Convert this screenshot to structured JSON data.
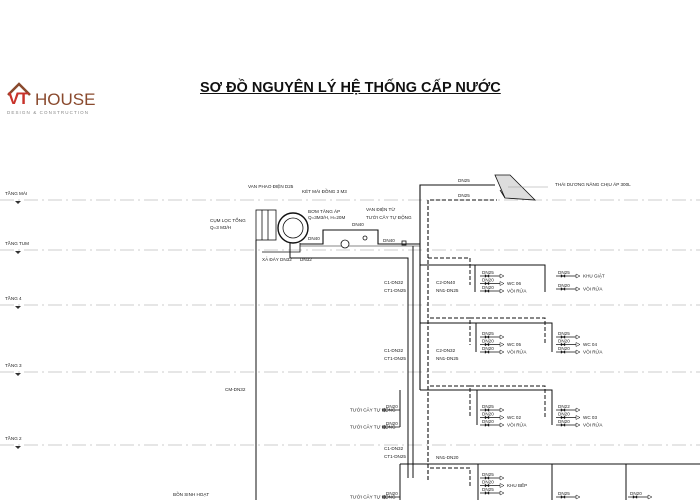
{
  "logo": {
    "brand": "VT",
    "word": "HOUSE",
    "tagline": "DESIGN & CONSTRUCTION",
    "color_brand": "#c8322a",
    "color_word": "#8a4a2e"
  },
  "title": "SƠ ĐỒ NGUYÊN LÝ HỆ THỐNG CẤP NƯỚC",
  "floors": [
    {
      "label": "TẦNG MÁI"
    },
    {
      "label": "TẦNG TUM"
    },
    {
      "label": "TẦNG 4"
    },
    {
      "label": "TẦNG 3"
    },
    {
      "label": "TẦNG 2"
    }
  ],
  "roof": {
    "float_valve": "VAN PHAO ĐIỆN D25",
    "tank": "KÉT MÁI ĐỒNG 3 M3",
    "filter": "CỤM LỌC TỔNG",
    "filter_q": "Q=3 M3/H",
    "pump": "BƠM TĂNG ÁP",
    "pump_q": "Q=3M3/H, H=20M",
    "dn40_a": "DN40",
    "dn40_b": "DN40",
    "dn40_c": "DN40",
    "solenoid": "VAN ĐIỆN TỪ",
    "solenoid_use": "TƯỚI CÂY TỰ ĐỘNG",
    "drain": "XẢ ĐÁY DN32",
    "dn32": "DN32",
    "hot_dn": "DN25",
    "cold_dn": "DN25",
    "solar": "THÁI DƯƠNG NĂNG CHỊU ÁP 300L"
  },
  "risers": {
    "cm": "CM-DN32",
    "domestic_tank": "BỒN SINH HOẠT",
    "labels": [
      [
        "C1-DN32",
        "CT1-DN25",
        "C2-DN40",
        "NN1-DN25"
      ],
      [
        "C1-DN32",
        "CT1-DN25",
        "C2-DN32",
        "NN1-DN25"
      ],
      [
        "C1-DN32",
        "CT1-DN25",
        "",
        "NN1-DN20"
      ]
    ]
  },
  "irrigation": [
    {
      "size": "DN20",
      "label": "TƯỚI CÂY TỰ ĐỘNG"
    },
    {
      "size": "DN20",
      "label": "TƯỚI CÂY TỰ ĐỘNG"
    },
    {
      "size": "DN20",
      "label": "TƯỚI CÂY TỰ ĐỘNG"
    }
  ],
  "groups": [
    [
      {
        "size": "DN25",
        "label": ""
      },
      {
        "size": "DN20",
        "label": "WC 06"
      },
      {
        "size": "DN20",
        "label": "VÒI RỬA"
      }
    ],
    [
      {
        "size": "DN25",
        "label": "KHU GIẶT"
      },
      {
        "size": "DN20",
        "label": "VÒI RỬA"
      }
    ],
    [
      {
        "size": "DN25",
        "label": ""
      },
      {
        "size": "DN20",
        "label": "WC 05"
      },
      {
        "size": "DN20",
        "label": "VÒI RỬA"
      }
    ],
    [
      {
        "size": "DN25",
        "label": ""
      },
      {
        "size": "DN20",
        "label": "WC 04"
      },
      {
        "size": "DN20",
        "label": "VÒI RỬA"
      }
    ],
    [
      {
        "size": "DN25",
        "label": ""
      },
      {
        "size": "DN20",
        "label": "WC 02"
      },
      {
        "size": "DN20",
        "label": "VÒI RỬA"
      }
    ],
    [
      {
        "size": "DN22",
        "label": ""
      },
      {
        "size": "DN20",
        "label": "WC 03"
      },
      {
        "size": "DN20",
        "label": "VÒI RỬA"
      }
    ],
    [
      {
        "size": "DN25",
        "label": ""
      },
      {
        "size": "DN20",
        "label": "KHU BẾP"
      },
      {
        "size": "DN25",
        "label": ""
      }
    ],
    [
      {
        "size": "DN25",
        "label": ""
      }
    ],
    [
      {
        "size": "DN20",
        "label": ""
      }
    ]
  ]
}
